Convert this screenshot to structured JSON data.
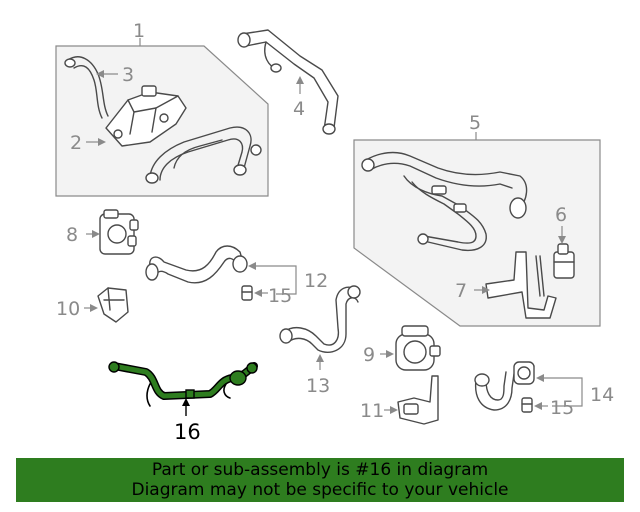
{
  "diagram": {
    "callouts": {
      "c1": "1",
      "c2": "2",
      "c3": "3",
      "c4": "4",
      "c5": "5",
      "c6": "6",
      "c7": "7",
      "c8": "8",
      "c9": "9",
      "c10": "10",
      "c11": "11",
      "c12": "12",
      "c13": "13",
      "c14": "14",
      "c15a": "15",
      "c15b": "15",
      "c16": "16"
    },
    "highlight_color": "#2e7d1f"
  },
  "banner": {
    "line1": "Part or sub-assembly is #16 in diagram",
    "line2": "Diagram may not be specific to your vehicle",
    "background": "#2e7d1f"
  }
}
